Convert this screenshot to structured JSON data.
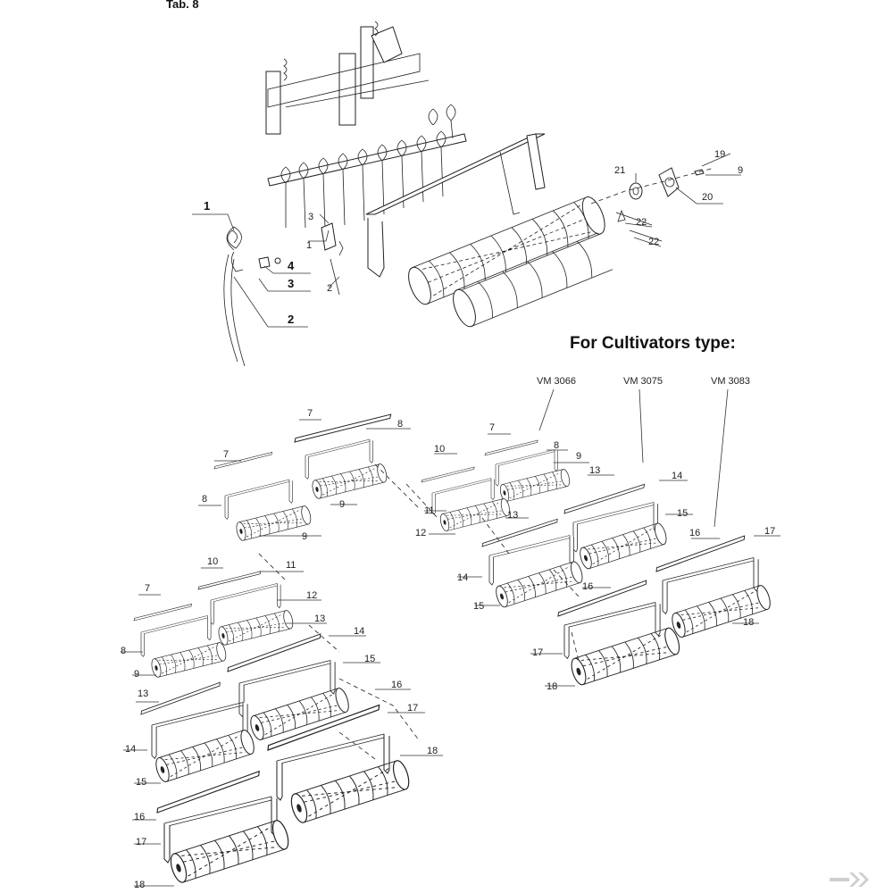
{
  "header": {
    "table_label": "Tab. 8"
  },
  "section": {
    "title": "For Cultivators type:"
  },
  "models": [
    "VM 3066",
    "VM 3075",
    "VM 3083"
  ],
  "callouts": {
    "tine_1": "1",
    "tine_2": "2",
    "tine_3": "3",
    "tine_4": "4",
    "machine_1": "1",
    "machine_2": "2",
    "machine_3": "3",
    "bearing_19": "19",
    "bearing_9": "9",
    "bearing_20": "20",
    "bearing_21": "21",
    "bearing_22a": "22",
    "bearing_22b": "22"
  },
  "groups": {
    "left_top": [
      {
        "id": "7",
        "text": "7"
      },
      {
        "id": "8",
        "text": "8"
      },
      {
        "id": "9",
        "text": "9"
      },
      {
        "id": "7b",
        "text": "7"
      },
      {
        "id": "8b",
        "text": "8"
      },
      {
        "id": "9b",
        "text": "9"
      }
    ],
    "left_mid": [
      {
        "id": "10",
        "text": "10"
      },
      {
        "id": "11",
        "text": "11"
      },
      {
        "id": "12",
        "text": "12"
      },
      {
        "id": "7",
        "text": "7"
      },
      {
        "id": "8",
        "text": "8"
      },
      {
        "id": "9",
        "text": "9"
      }
    ],
    "left_low": [
      {
        "id": "13a",
        "text": "13"
      },
      {
        "id": "14a",
        "text": "14"
      },
      {
        "id": "15a",
        "text": "15"
      },
      {
        "id": "13b",
        "text": "13"
      },
      {
        "id": "14b",
        "text": "14"
      },
      {
        "id": "15b",
        "text": "15"
      },
      {
        "id": "16a",
        "text": "16"
      },
      {
        "id": "17a",
        "text": "17"
      },
      {
        "id": "18a",
        "text": "18"
      },
      {
        "id": "16b",
        "text": "16"
      },
      {
        "id": "17b",
        "text": "17"
      },
      {
        "id": "18b",
        "text": "18"
      }
    ],
    "right": [
      {
        "id": "7",
        "text": "7"
      },
      {
        "id": "8",
        "text": "8"
      },
      {
        "id": "9",
        "text": "9"
      },
      {
        "id": "10",
        "text": "10"
      },
      {
        "id": "11",
        "text": "11"
      },
      {
        "id": "12",
        "text": "12"
      },
      {
        "id": "13a",
        "text": "13"
      },
      {
        "id": "14a",
        "text": "14"
      },
      {
        "id": "15a",
        "text": "15"
      },
      {
        "id": "13b",
        "text": "13"
      },
      {
        "id": "14b",
        "text": "14"
      },
      {
        "id": "15b",
        "text": "15"
      },
      {
        "id": "16a",
        "text": "16"
      },
      {
        "id": "17a",
        "text": "17"
      },
      {
        "id": "18a",
        "text": "18"
      },
      {
        "id": "16b",
        "text": "16"
      },
      {
        "id": "17b",
        "text": "17"
      },
      {
        "id": "18b",
        "text": "18"
      }
    ]
  }
}
